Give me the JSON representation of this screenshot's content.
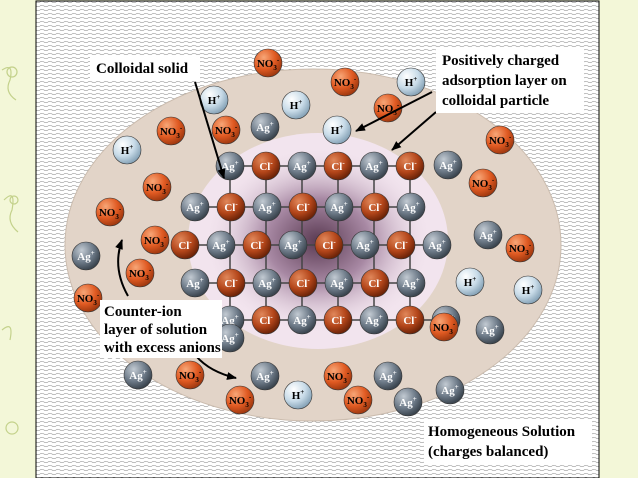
{
  "labels": {
    "colloidal_solid": "Colloidal solid",
    "adsorption": [
      "Positively charged",
      "adsorption layer on",
      "colloidal particle"
    ],
    "counter_ion": [
      "Counter-ion",
      "layer of solution",
      "with excess anions"
    ],
    "homogeneous": [
      "Homogeneous Solution",
      "(charges balanced)"
    ]
  },
  "ion_types": {
    "Ag": {
      "base": "Ag",
      "sup": "+",
      "color": "#6e7b89",
      "text": "#ffffff"
    },
    "Cl": {
      "base": "Cl",
      "sup": "-",
      "color": "#b4461a",
      "text": "#ffffff"
    },
    "NO3": {
      "base": "NO",
      "sub": "3",
      "sup": "-",
      "color": "#e05a22",
      "text": "#000000"
    },
    "H": {
      "base": "H",
      "sup": "+",
      "color": "#c8dbe8",
      "text": "#000000"
    }
  },
  "lattice": [
    [
      "Ag",
      "Cl",
      "Ag",
      "Cl",
      "Ag",
      "Cl"
    ],
    [
      "Ag",
      "Cl",
      "Ag",
      "Cl",
      "Ag",
      "Cl",
      "Ag"
    ],
    [
      "Cl",
      "Ag",
      "Cl",
      "Ag",
      "Cl",
      "Ag",
      "Cl",
      "Ag"
    ],
    [
      "Ag",
      "Cl",
      "Ag",
      "Cl",
      "Ag",
      "Cl",
      "Ag"
    ],
    [
      "Ag",
      "Cl",
      "Ag",
      "Cl",
      "Ag",
      "Cl",
      "Ag"
    ]
  ],
  "ions": [
    "NO3",
    "NO3",
    "H",
    "H",
    "H",
    "NO3",
    "NO3",
    "Ag",
    "NO3",
    "H",
    "H",
    "NO3",
    "Ag",
    "NO3",
    "NO3",
    "NO3",
    "NO3",
    "Ag",
    "Ag",
    "NO3",
    "NO3",
    "H",
    "NO3",
    "H",
    "NO3",
    "Ag",
    "Ag",
    "Ag",
    "NO3",
    "Ag",
    "NO3",
    "H",
    "NO3",
    "NO3",
    "Ag",
    "Ag",
    "Ag"
  ],
  "colors": {
    "background": "#f3f7d8",
    "outer_layer": "#e2d4c8",
    "inner_layer": "#f2e4ee",
    "frame": "#000000"
  }
}
